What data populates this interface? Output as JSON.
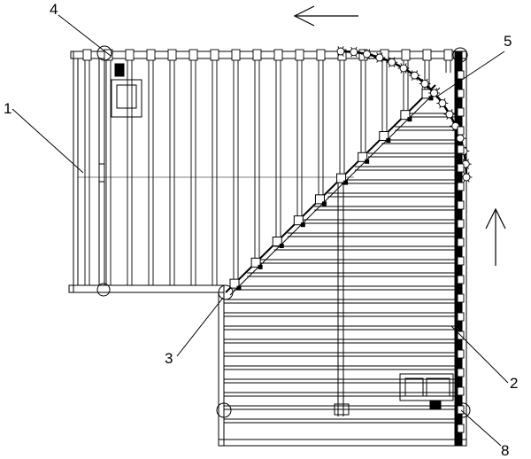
{
  "callouts": [
    {
      "id": "1",
      "text": "1"
    },
    {
      "id": "2",
      "text": "2"
    },
    {
      "id": "3",
      "text": "3"
    },
    {
      "id": "4",
      "text": "4"
    },
    {
      "id": "5",
      "text": "5"
    },
    {
      "id": "8",
      "text": "8"
    }
  ],
  "arrows": [
    {
      "id": "left",
      "direction": "left"
    },
    {
      "id": "up",
      "direction": "up"
    }
  ],
  "colors": {
    "line": "#000000",
    "fill": "#ffffff"
  }
}
